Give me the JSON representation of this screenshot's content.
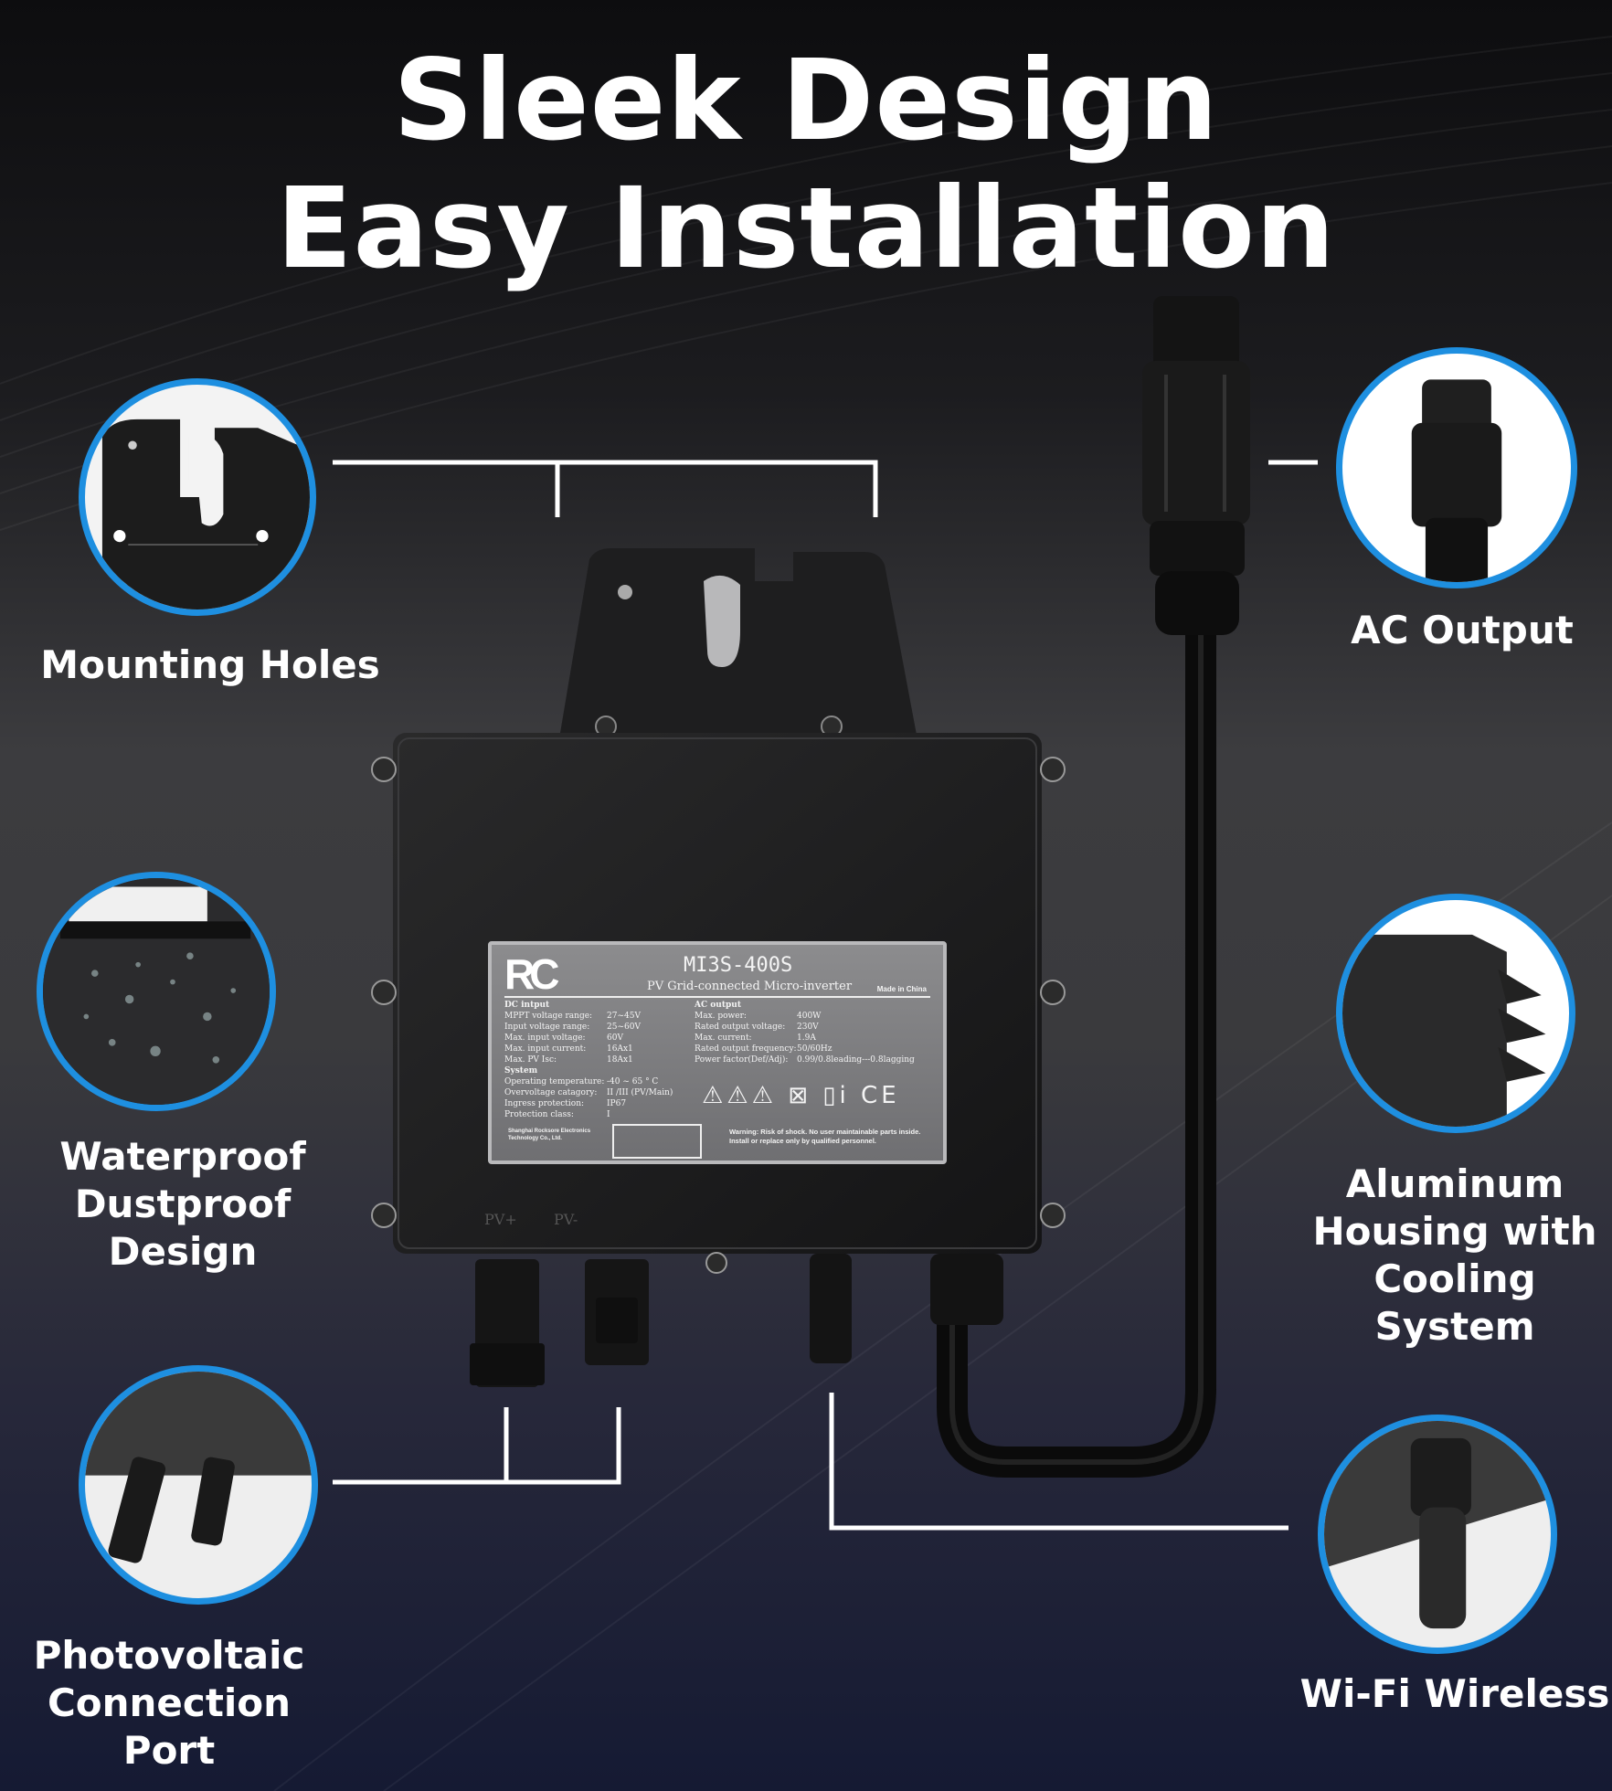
{
  "title": {
    "line1": "Sleek Design",
    "line2": "Easy Installation"
  },
  "callouts": [
    {
      "id": "mounting-holes",
      "label_lines": [
        "Mounting Holes"
      ]
    },
    {
      "id": "waterproof",
      "label_lines": [
        "Waterproof",
        "Dustproof Design"
      ]
    },
    {
      "id": "pv-port",
      "label_lines": [
        "Photovoltaic",
        "Connection Port"
      ]
    },
    {
      "id": "ac-output",
      "label_lines": [
        "AC Output"
      ]
    },
    {
      "id": "aluminum-housing",
      "label_lines": [
        "Aluminum",
        "Housing with",
        "Cooling System"
      ]
    },
    {
      "id": "wifi",
      "label_lines": [
        "Wi-Fi Wireless"
      ]
    }
  ],
  "product_label": {
    "logo": "RC",
    "model": "MI3S-400S",
    "subtitle": "PV Grid-connected Micro-inverter",
    "made_in": "Made in China",
    "dc_input_title": "DC intput",
    "dc_input": [
      {
        "k": "MPPT voltage range:",
        "v": "27~45V"
      },
      {
        "k": "Input voltage range:",
        "v": "25~60V"
      },
      {
        "k": "Max. input voltage:",
        "v": "60V"
      },
      {
        "k": "Max. input current:",
        "v": "16Ax1"
      },
      {
        "k": "Max. PV Isc:",
        "v": "18Ax1"
      }
    ],
    "system_title": "System",
    "system": [
      {
        "k": "Operating temperature:",
        "v": "-40 ~ 65 ° C"
      },
      {
        "k": "Overvoltage catagory:",
        "v": "II /III (PV/Main)"
      },
      {
        "k": "Ingress protection:",
        "v": "IP67"
      },
      {
        "k": "Protection class:",
        "v": "I"
      }
    ],
    "ac_output_title": "AC output",
    "ac_output": [
      {
        "k": "Max. power:",
        "v": "400W"
      },
      {
        "k": "Rated output voltage:",
        "v": "230V"
      },
      {
        "k": "Max. current:",
        "v": "1.9A"
      },
      {
        "k": "Rated output frequency:",
        "v": "50/60Hz"
      },
      {
        "k": "Power factor(Def/Adj):",
        "v": "0.99/0.8leading---0.8lagging"
      }
    ],
    "manufacturer": "Shanghai Rocksore Electronics Technology Co., Ltd.",
    "warning": "Warning: Risk of shock. No user maintainable parts inside. Install or replace only by qualified personnel.",
    "symbols": "⚠⚠⚠ ⊠ ▯i CE"
  },
  "port_labels": {
    "pv_plus": "PV+",
    "pv_minus": "PV-"
  },
  "colors": {
    "accent_ring": "#1e8fe0",
    "text": "#ffffff",
    "device": "#1b1b1c"
  }
}
